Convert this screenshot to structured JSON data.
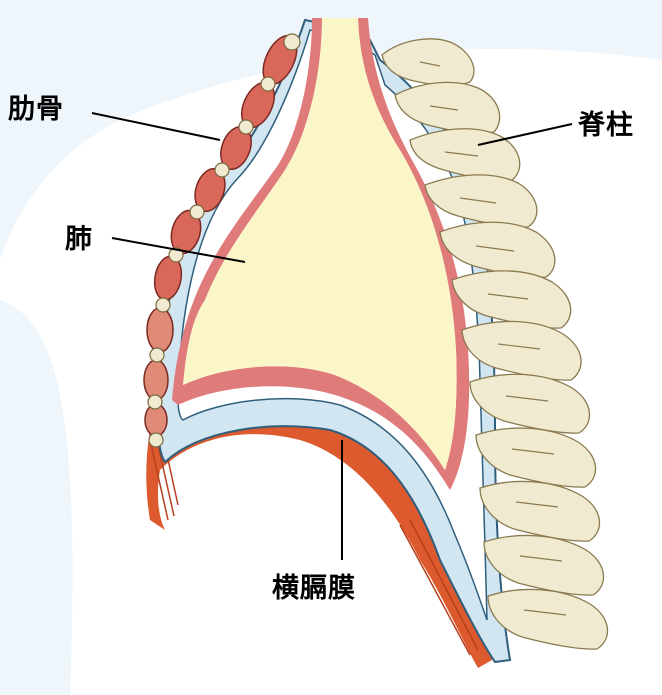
{
  "labels": {
    "rib": "肋骨",
    "lung": "肺",
    "spine": "脊柱",
    "diaphragm": "横膈膜"
  },
  "colors": {
    "lung_fill": "#fbf6c8",
    "pleura": "#e07b7b",
    "cavity_blue": "#d2e6f2",
    "cavity_outline": "#2f5f7d",
    "muscle": "#dc5a2e",
    "bone": "#f0ead0",
    "background_tint": "#e9f3fa"
  }
}
